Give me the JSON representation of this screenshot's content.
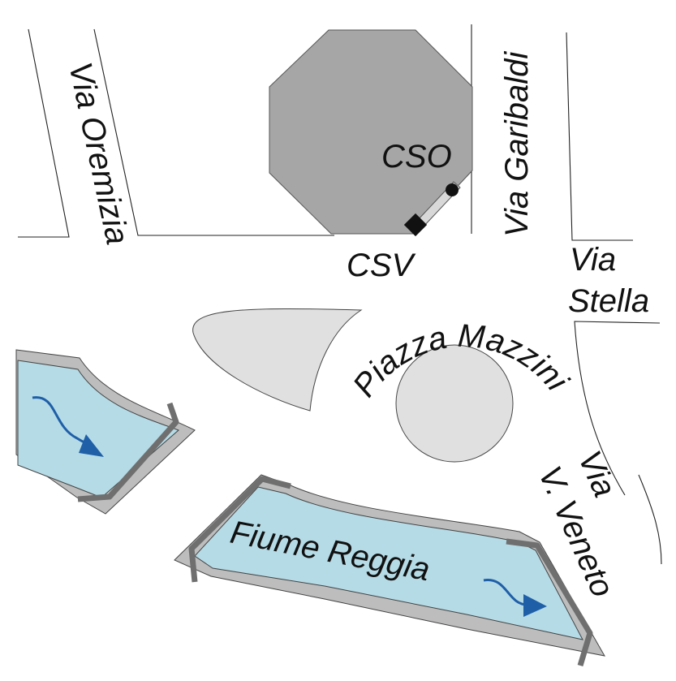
{
  "map": {
    "streets": {
      "via_oremizia": "Via Oremizia",
      "via_garibaldi": "Via Garibaldi",
      "via_stella_line1": "Via",
      "via_stella_line2": "Stella",
      "via_vveneto_line1": "Via",
      "via_vveneto_line2": "V. Veneto"
    },
    "square": "Piazza Mazzini",
    "river": "Fiume Reggia",
    "markers": {
      "cso": "CSO",
      "csv": "CSV"
    },
    "colors": {
      "building": "#a6a6a6",
      "water": "#b5dbe6",
      "bank": "#bdbdbd",
      "wall": "#6f6f6f",
      "island": "#e0e0e0",
      "flow_arrow": "#1f5fa8"
    },
    "icons": {
      "flow": "flow-arrow-icon",
      "sensor_o": "sensor-dot-icon",
      "sensor_v": "sensor-square-icon"
    }
  }
}
